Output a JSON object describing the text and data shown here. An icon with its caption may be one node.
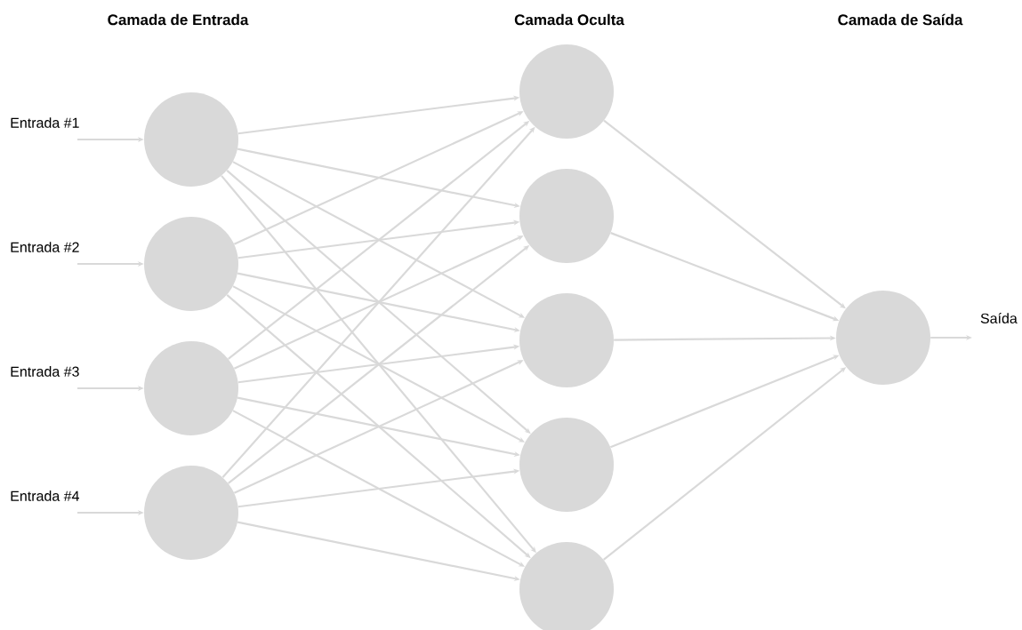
{
  "diagram": {
    "nodes": [
      {
        "text": [],
        "shape": "circle"
      },
      {
        "text": [],
        "shape": "circle"
      },
      {
        "text": [],
        "shape": "circle"
      },
      {
        "text": [],
        "shape": "circle"
      },
      {
        "text": [],
        "shape": "circle"
      },
      {
        "text": [],
        "shape": "circle"
      },
      {
        "text": [],
        "shape": "circle"
      },
      {
        "text": [],
        "shape": "circle"
      },
      {
        "text": [],
        "shape": "circle"
      },
      {
        "text": [],
        "shape": "circle"
      }
    ],
    "edges": [
      {
        "from": null,
        "to": 0,
        "arrow": "to"
      },
      {
        "from": null,
        "to": 1,
        "arrow": "to"
      },
      {
        "from": null,
        "to": 2,
        "arrow": "to"
      },
      {
        "from": null,
        "to": 3,
        "arrow": "to"
      },
      {
        "from": 0,
        "to": 4,
        "arrow": "to"
      },
      {
        "from": 0,
        "to": 5,
        "arrow": "to"
      },
      {
        "from": 0,
        "to": 6,
        "arrow": "to"
      },
      {
        "from": 0,
        "to": 7,
        "arrow": "to"
      },
      {
        "from": 0,
        "to": 8,
        "arrow": "to"
      },
      {
        "from": 1,
        "to": 4,
        "arrow": "to"
      },
      {
        "from": 1,
        "to": 5,
        "arrow": "to"
      },
      {
        "from": 1,
        "to": 6,
        "arrow": "to"
      },
      {
        "from": 1,
        "to": 7,
        "arrow": "to"
      },
      {
        "from": 1,
        "to": 8,
        "arrow": "to"
      },
      {
        "from": 2,
        "to": 4,
        "arrow": "to"
      },
      {
        "from": 2,
        "to": 5,
        "arrow": "to"
      },
      {
        "from": 2,
        "to": 6,
        "arrow": "to"
      },
      {
        "from": 2,
        "to": 7,
        "arrow": "to"
      },
      {
        "from": 2,
        "to": 8,
        "arrow": "to"
      },
      {
        "from": 3,
        "to": 4,
        "arrow": "to"
      },
      {
        "from": 3,
        "to": 5,
        "arrow": "to"
      },
      {
        "from": 3,
        "to": 6,
        "arrow": "to"
      },
      {
        "from": 3,
        "to": 7,
        "arrow": "to"
      },
      {
        "from": 3,
        "to": 8,
        "arrow": "to"
      },
      {
        "from": 4,
        "to": 9,
        "arrow": "to"
      },
      {
        "from": 5,
        "to": 9,
        "arrow": "to"
      },
      {
        "from": 6,
        "to": 9,
        "arrow": "to"
      },
      {
        "from": 7,
        "to": 9,
        "arrow": "to"
      },
      {
        "from": 8,
        "to": 9,
        "arrow": "to"
      },
      {
        "from": 9,
        "to": null,
        "arrow": "to"
      }
    ],
    "labels": [
      "Camada de Entrada",
      "Camada Oculta",
      "Camada de Saída",
      "Entrada #1",
      "Entrada #2",
      "Entrada #3",
      "Entrada #4",
      "Saída"
    ]
  }
}
